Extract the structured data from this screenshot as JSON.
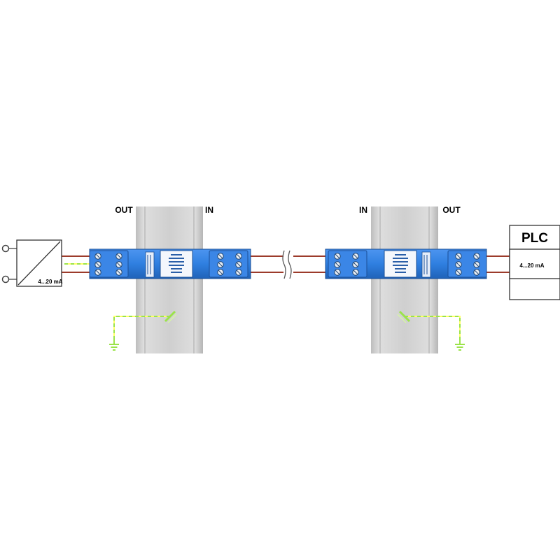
{
  "labels": {
    "left_out": "OUT",
    "left_in": "IN",
    "right_in": "IN",
    "right_out": "OUT"
  },
  "transmitter": {
    "signal": "4...20 mA"
  },
  "plc": {
    "title": "PLC",
    "signal": "4...20 mA"
  },
  "colors": {
    "rail": "#c8c8c8",
    "module": "#2f7fe0",
    "terminal": "#4a90e8",
    "wire": "#9c3b2b",
    "ground": "#9be34a"
  }
}
